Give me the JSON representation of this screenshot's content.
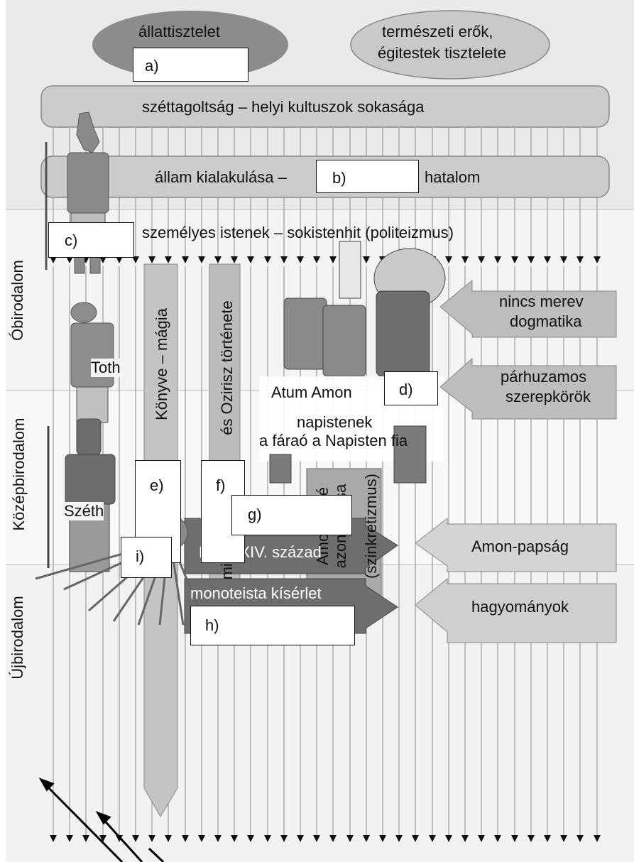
{
  "top": {
    "animal_worship": "állattisztelet",
    "nature_worship_line1": "természeti erők,",
    "nature_worship_line2": "égitestek tisztelete"
  },
  "bars": {
    "fragmentation": "széttagoltság – helyi kultuszok sokasága",
    "state_prefix": "állam kialakulása –",
    "state_suffix": "hatalom",
    "personal_gods": "személyes istenek – sokistenhit (politeizmus)"
  },
  "eras": {
    "old": "Óbirodalom",
    "middle": "Középbirodalom",
    "new": "Újbirodalom"
  },
  "gods": {
    "toth": "Toth",
    "seth": "Széth",
    "atum_amon": "Atum Amon",
    "sun_gods": "napistenek",
    "pharaoh": "a fáraó a Napisten fia"
  },
  "vertical": {
    "books_magic": "Könyve – mágia",
    "osiris_story": "és Ozirisz története",
    "myths": "mitoszok",
    "amon_re": "Amon – Ré",
    "identification": "azonosítása",
    "syncretism": "(szinkretizmus)"
  },
  "right": {
    "no_dogma_1": "nincs merev",
    "no_dogma_2": "dogmatika",
    "parallel_1": "párhuzamos",
    "parallel_2": "szerepkörök",
    "amon_priests": "Amon-papság",
    "traditions": "hagyományok"
  },
  "new_kingdom": {
    "century": "Kr. e. XIV. század",
    "monotheist": "monoteista kísérlet"
  },
  "answers": {
    "a": "a)",
    "b": "b)",
    "c": "c)",
    "d": "d)",
    "e": "e)",
    "f": "f)",
    "g": "g)",
    "h": "h)",
    "i": "i)"
  },
  "colors": {
    "band": "#f1f1f1",
    "grid": "#9a9a9a",
    "bar": "#cccccc",
    "dark_oval": "#8c8c8c",
    "dark_arrow": "#6e6e6e",
    "right_box": "#bdbdbd"
  }
}
